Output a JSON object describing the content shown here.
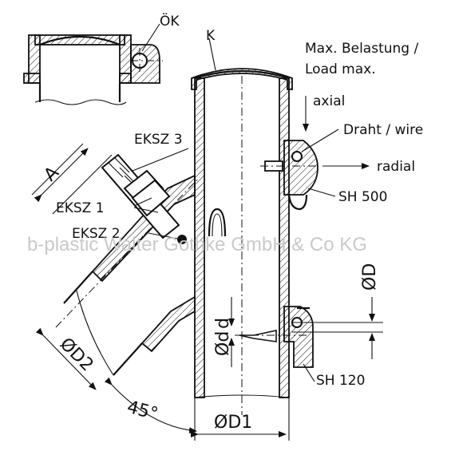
{
  "labels": {
    "ok": "ÖK",
    "k": "K",
    "max_load_de": "Max. Belastung /",
    "max_load_en": "Load max.",
    "axial": "axial",
    "wire": "Draht / wire",
    "radial": "radial",
    "sh500": "SH 500",
    "sh120": "SH 120",
    "eksz3": "EKSZ 3",
    "eksz1": "EKSZ 1",
    "eksz2": "EKSZ 2",
    "a": "A",
    "phi_d_big": "ØD",
    "phi_d_small": "Ød",
    "d_small": "d",
    "phi_d1": "ØD1",
    "phi_d2": "ØD2",
    "angle": "45°"
  },
  "watermark": "b-plastic Walter Gothke GmbH & Co KG"
}
